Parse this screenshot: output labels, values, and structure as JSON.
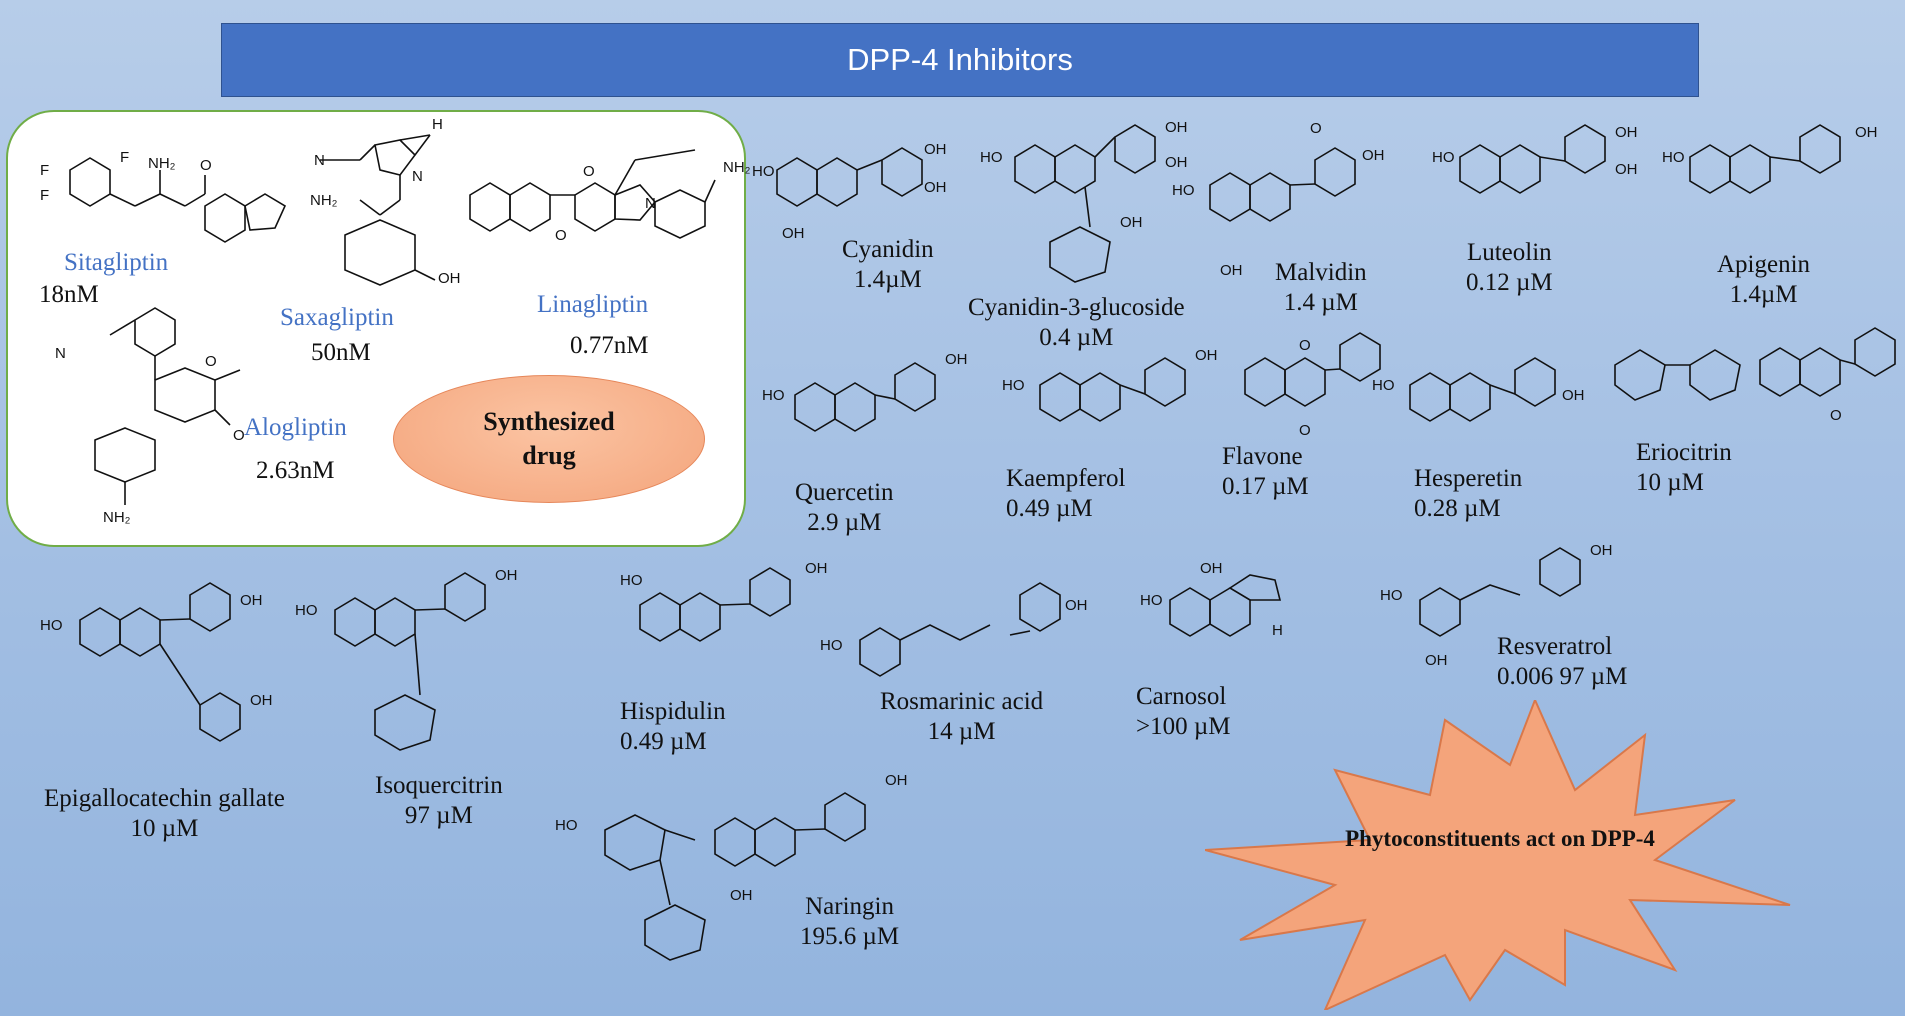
{
  "title": "DPP-4 Inhibitors",
  "synthesized": {
    "badge": "Synthesized drug",
    "drugs": [
      {
        "name": "Sitagliptin",
        "value": "18nM"
      },
      {
        "name": "Saxagliptin",
        "value": "50nM"
      },
      {
        "name": "Linagliptin",
        "value": "0.77nM"
      },
      {
        "name": "Alogliptin",
        "value": "2.63nM"
      }
    ]
  },
  "phyto": {
    "badge": "Phytoconstituents act on  DPP-4",
    "compounds": [
      {
        "name": "Cyanidin",
        "value": "1.4µM"
      },
      {
        "name": "Cyanidin-3-glucoside",
        "value": "0.4 µM"
      },
      {
        "name": "Malvidin",
        "value": "1.4 µM"
      },
      {
        "name": "Luteolin",
        "value": "0.12 µM"
      },
      {
        "name": "Apigenin",
        "value": "1.4µM"
      },
      {
        "name": "Quercetin",
        "value": "2.9 µM"
      },
      {
        "name": "Kaempferol",
        "value": "0.49 µM"
      },
      {
        "name": "Flavone",
        "value": "0.17 µM"
      },
      {
        "name": "Hesperetin",
        "value": "0.28 µM"
      },
      {
        "name": "Eriocitrin",
        "value": "10 µM"
      },
      {
        "name": "Epigallocatechin gallate",
        "value": "10 µM"
      },
      {
        "name": "Isoquercitrin",
        "value": "97 µM"
      },
      {
        "name": "Hispidulin",
        "value": "0.49 µM"
      },
      {
        "name": "Rosmarinic acid",
        "value": "14 µM"
      },
      {
        "name": "Carnosol",
        "value": ">100 µM"
      },
      {
        "name": "Resveratrol",
        "value": "0.006 97 µM"
      },
      {
        "name": "Naringin",
        "value": "195.6 µM"
      }
    ]
  },
  "atom_labels": [
    "OH",
    "O",
    "NH₂",
    "N",
    "F",
    "H",
    "HO"
  ]
}
